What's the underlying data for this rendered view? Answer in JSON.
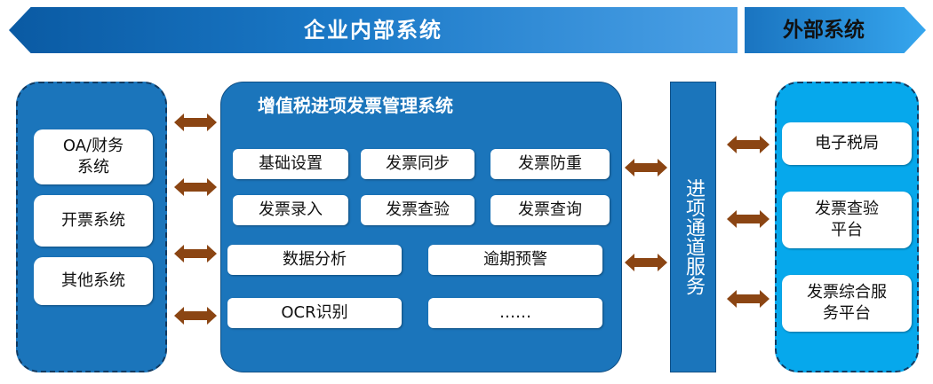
{
  "banners": {
    "internal": "企业内部系统",
    "external": "外部系统"
  },
  "left_panel": {
    "items": [
      "OA/财务\n系统",
      "开票系统",
      "其他系统"
    ]
  },
  "center_panel": {
    "title": "增值税进项发票管理系统",
    "row1": [
      "基础设置",
      "发票同步",
      "发票防重"
    ],
    "row2": [
      "发票录入",
      "发票查验",
      "发票查询"
    ],
    "row3": [
      "数据分析",
      "逾期预警"
    ],
    "row4": [
      "OCR识别",
      "……"
    ]
  },
  "channel": {
    "label": "进项通道服务"
  },
  "right_panel": {
    "items": [
      "电子税局",
      "发票查验\n平台",
      "发票综合服\n务平台"
    ]
  },
  "colors": {
    "primary_blue": "#1b75bb",
    "light_blue": "#06a8ec",
    "arrow_brown": "#8b4513"
  },
  "arrows": {
    "style": "bidirectional",
    "color_name": "brown"
  }
}
